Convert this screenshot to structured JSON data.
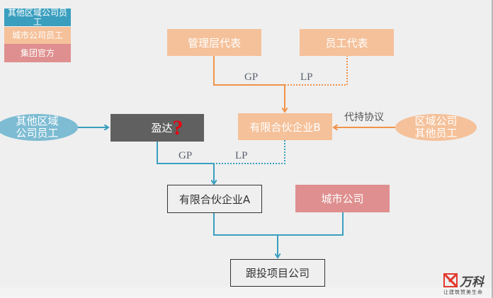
{
  "legend": [
    {
      "label": "其他区域公司员工",
      "color": "#3a9fbf"
    },
    {
      "label": "城市公司员工",
      "color": "#f5c19a"
    },
    {
      "label": "集团官方",
      "color": "#df8f8f"
    }
  ],
  "nodes": {
    "management_rep": {
      "label": "管理层代表",
      "color": "#f5c19a"
    },
    "employee_rep": {
      "label": "员工代表",
      "color": "#f5c19a"
    },
    "partnership_b": {
      "label": "有限合伙企业B",
      "color": "#f5c19a"
    },
    "other_region_staff_right": {
      "label": "区域公司其他员工",
      "line1": "区域公司",
      "line2": "其他员工",
      "color": "#f5c19a"
    },
    "other_region_staff_left": {
      "label": "其他区域公司员工",
      "line1": "其他区域",
      "line2": "公司员工",
      "color": "#7dbcd3"
    },
    "yingda": {
      "label": "盈达",
      "mark": "?",
      "color": "#606060"
    },
    "partnership_a": {
      "label": "有限合伙企业A"
    },
    "city_company": {
      "label": "城市公司",
      "color": "#df8f8f"
    },
    "project_company": {
      "label": "跟投项目公司"
    }
  },
  "edge_labels": {
    "top_gp": "GP",
    "top_lp": "LP",
    "bottom_gp": "GP",
    "bottom_lp": "LP",
    "agreement": "代持协议"
  },
  "colors": {
    "orange_line": "#f0934a",
    "blue_line": "#3a9fbf",
    "background": "#efefef"
  },
  "logo": {
    "name": "万科",
    "slogan": "让建筑赞美生命"
  }
}
